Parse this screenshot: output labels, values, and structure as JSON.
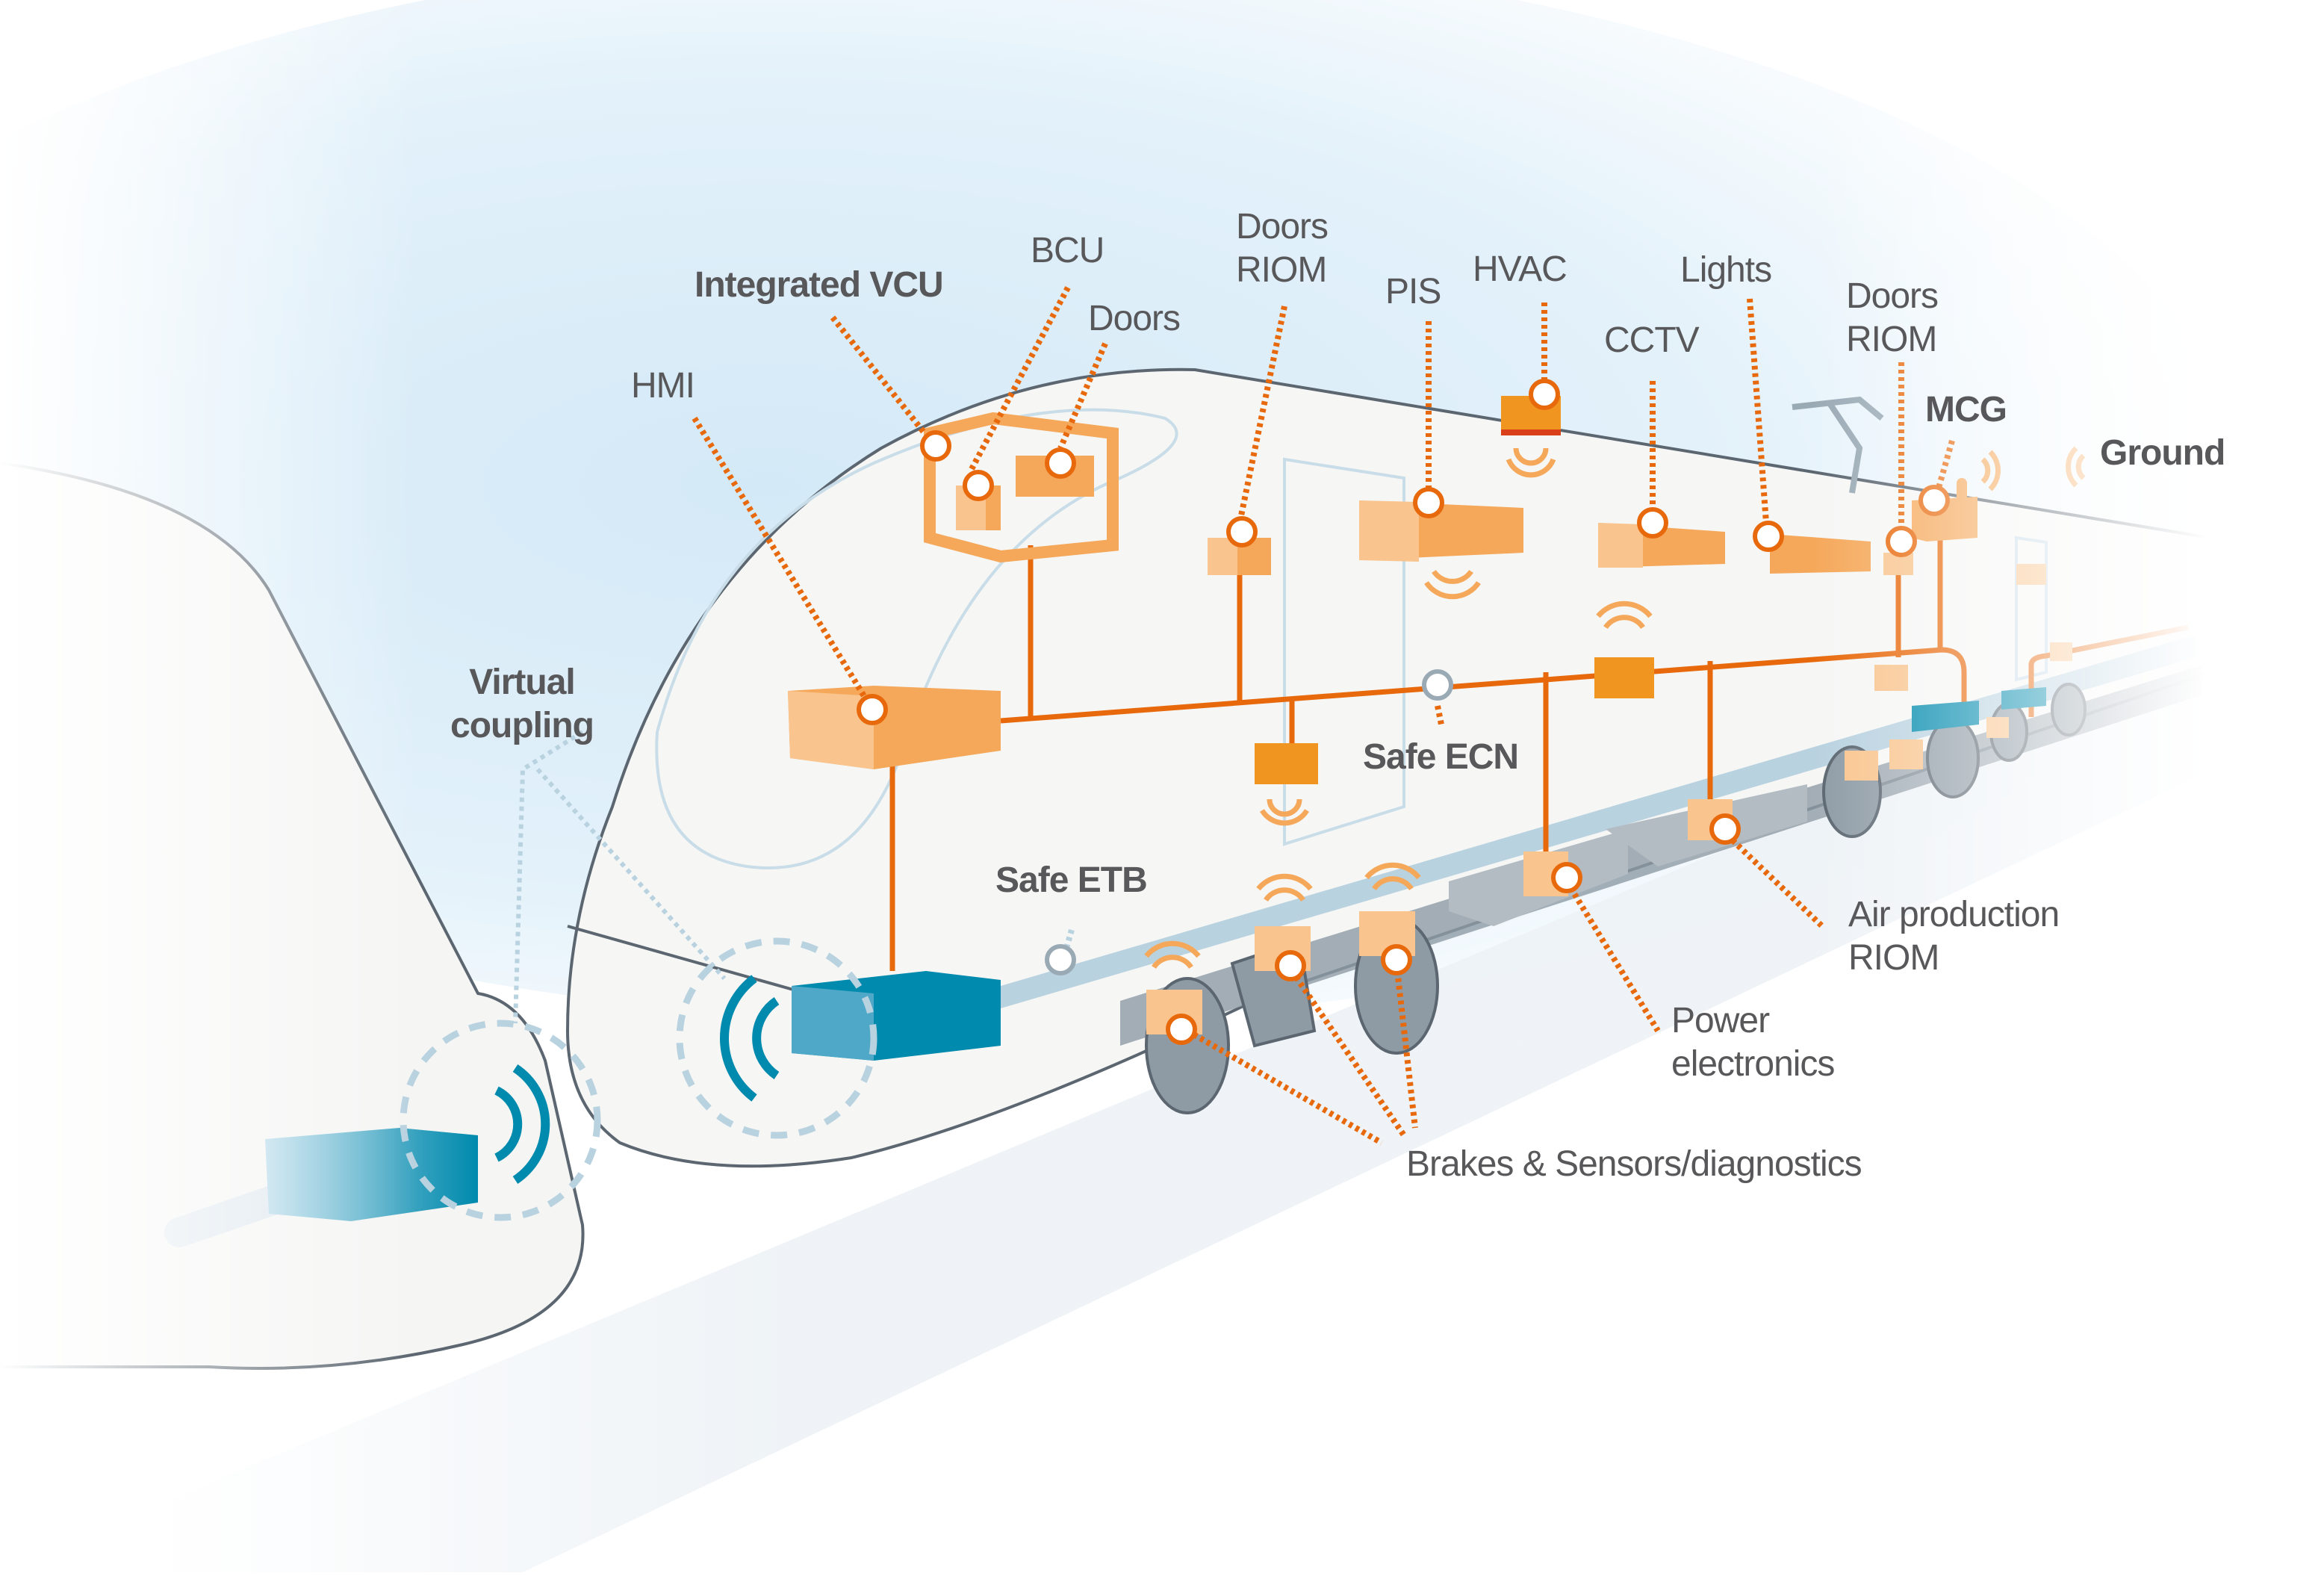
{
  "colors": {
    "orange_line": "#e8690c",
    "box_light": "#f9c48d",
    "box_mid": "#f5a85a",
    "box_top": "#fde1b8",
    "box_deep": "#f0951f",
    "teal_dark": "#008aad",
    "teal_mid": "#4fa8c8",
    "teal_light": "#9dcbe0",
    "outline": "#5b6670",
    "sky": "#dcedf8",
    "text": "#58585a",
    "rail_blue": "#b9d2e0",
    "bogie_gray": "#8e9ba5",
    "underframe_gray": "#b3bcc3"
  },
  "labels": {
    "integrated_vcu": "Integrated VCU",
    "bcu": "BCU",
    "doors_front": "Doors",
    "hmi": "HMI",
    "doors_riom_1": "Doors\nRIOM",
    "pis": "PIS",
    "hvac": "HVAC",
    "cctv": "CCTV",
    "lights": "Lights",
    "doors_riom_2": "Doors\nRIOM",
    "mcg": "MCG",
    "ground": "Ground",
    "virtual_coupling": "Virtual\ncoupling",
    "safe_ecn": "Safe ECN",
    "safe_etb": "Safe ETB",
    "air_production_riom": "Air production\nRIOM",
    "power_electronics": "Power\nelectronics",
    "brakes_sensors": "Brakes & Sensors/diagnostics"
  }
}
